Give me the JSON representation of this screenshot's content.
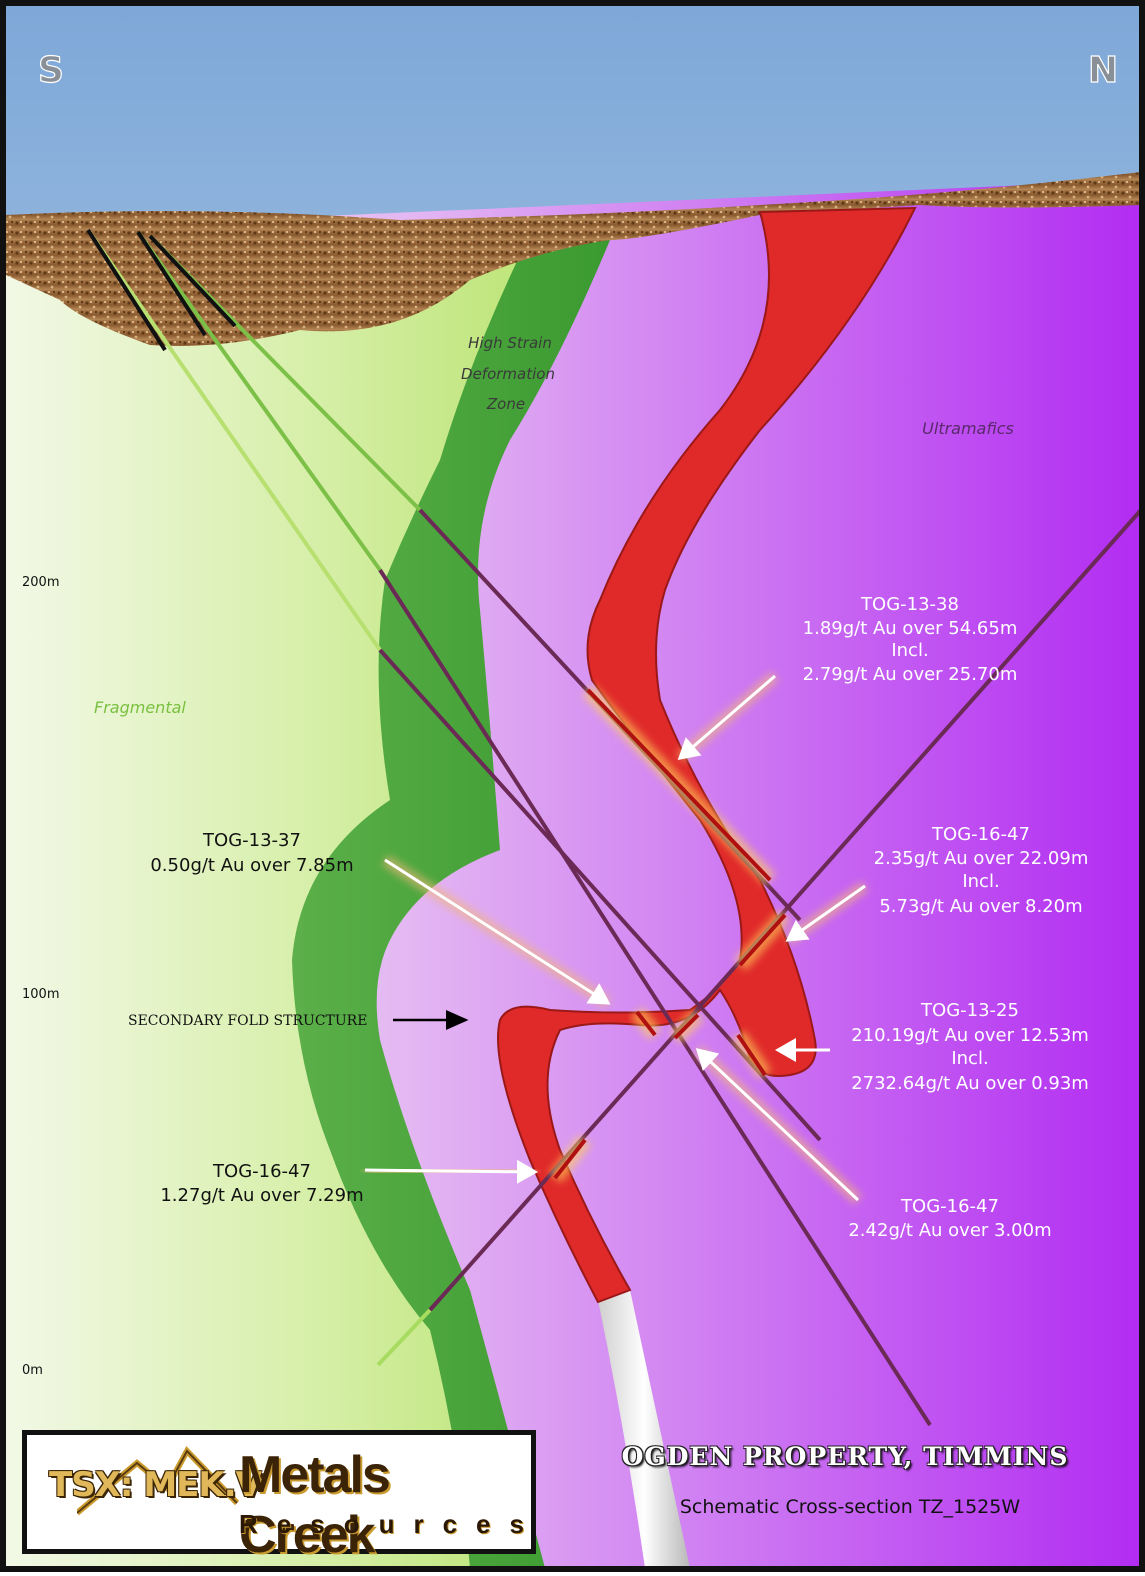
{
  "compass": {
    "south": "S",
    "north": "N"
  },
  "depth_labels": [
    "200m",
    "100m",
    "0m"
  ],
  "units": {
    "fragmental": "Fragmental",
    "high_strain_line1": "High Strain",
    "high_strain_line2": "Deformation",
    "high_strain_line3": "Zone",
    "ultramafics": "Ultramafics"
  },
  "secondary_fold": "SECONDARY FOLD STRUCTURE",
  "callouts": {
    "tog_13_38": {
      "hole": "TOG-13-38",
      "line1": "1.89g/t Au over 54.65m",
      "incl": "Incl.",
      "line2": "2.79g/t Au over 25.70m"
    },
    "tog_13_37": {
      "hole": "TOG-13-37",
      "line1": "0.50g/t Au over 7.85m"
    },
    "tog_16_47_a": {
      "hole": "TOG-16-47",
      "line1": "2.35g/t Au over 22.09m",
      "incl": "Incl.",
      "line2": "5.73g/t Au over 8.20m"
    },
    "tog_13_25": {
      "hole": "TOG-13-25",
      "line1": "210.19g/t Au over 12.53m",
      "incl": "Incl.",
      "line2": "2732.64g/t Au over 0.93m"
    },
    "tog_16_47_b": {
      "hole": "TOG-16-47",
      "line1": "1.27g/t Au over 7.29m"
    },
    "tog_16_47_c": {
      "hole": "TOG-16-47",
      "line1": "2.42g/t Au over 3.00m"
    }
  },
  "logo": {
    "ticker": "TSX: MEK.V",
    "name": "Metals Creek",
    "sub": "Resources"
  },
  "title": "OGDEN PROPERTY, TIMMINS",
  "subtitle": "Schematic Cross-section TZ_1525W",
  "colors": {
    "sky_top": "#7fa9d8",
    "ultramafic": "#b230f0",
    "fragmental": "#c6ea8a",
    "deformation": "#4aa63a",
    "vein": "#e02a2a",
    "drillhole": "#6a2a55"
  }
}
